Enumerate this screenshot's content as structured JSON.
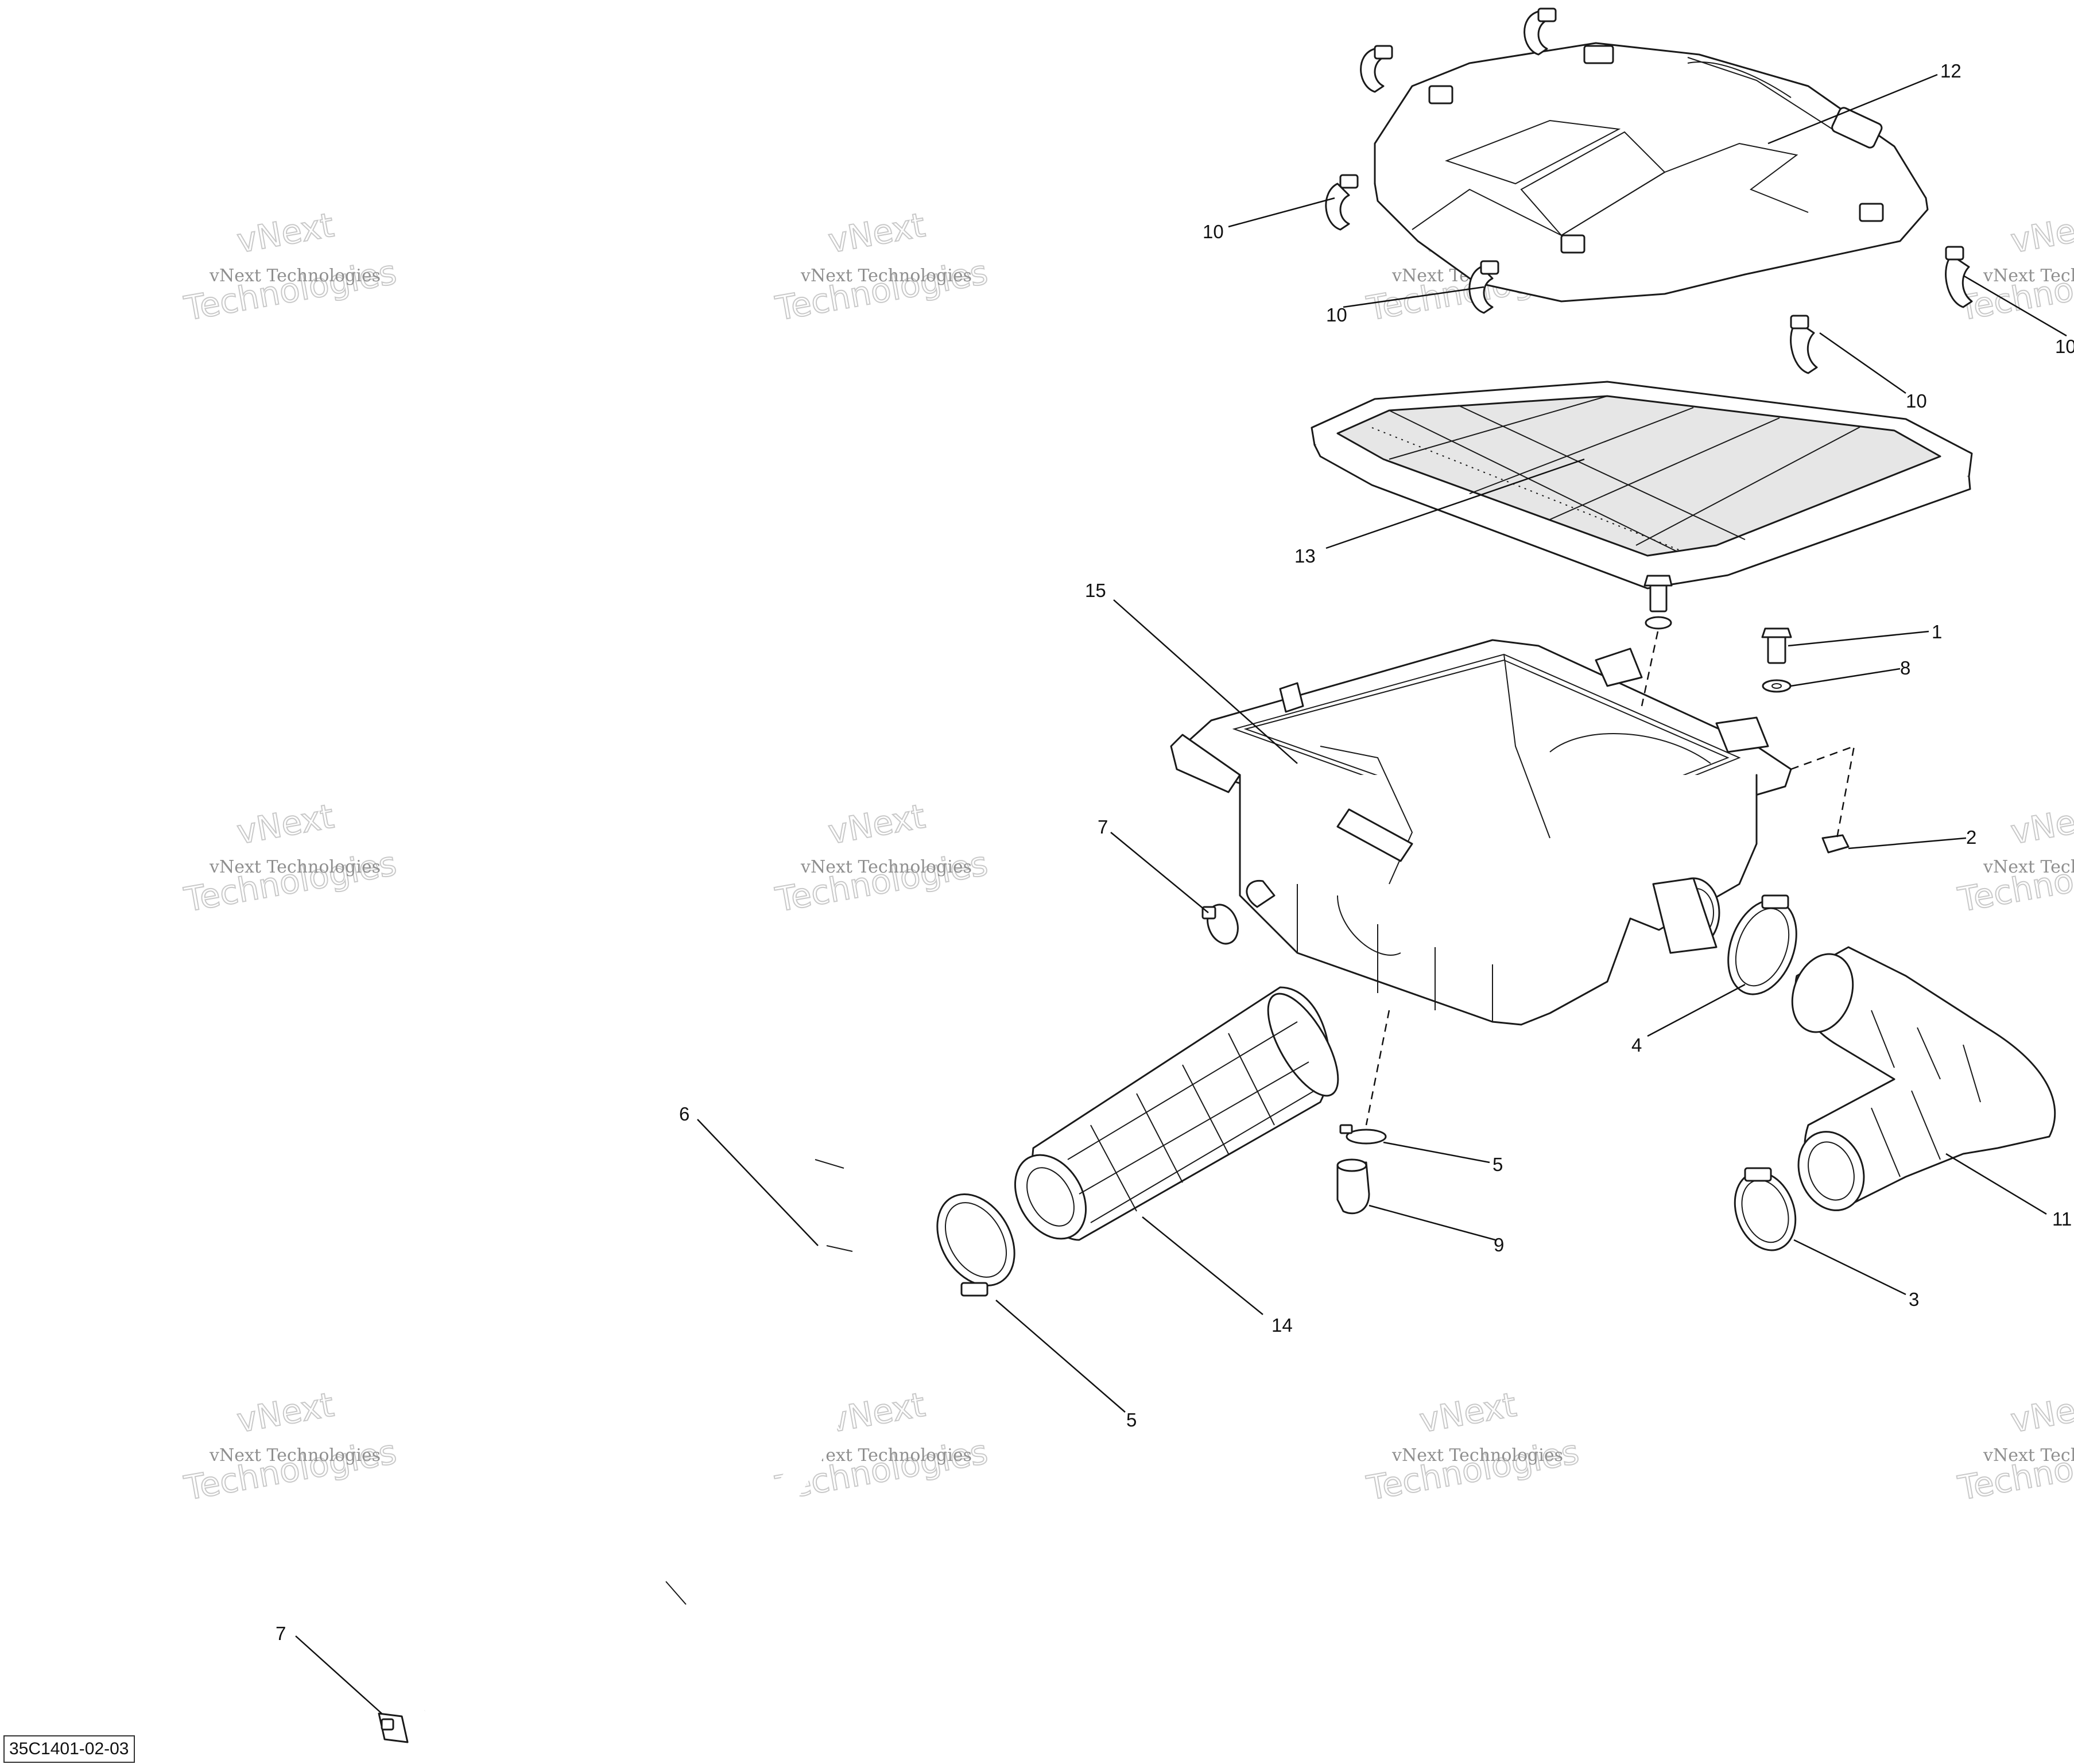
{
  "diagram": {
    "reference": "35C1401-02-03",
    "watermark": {
      "line1": "vNext Technologies",
      "line2": "vNext",
      "line3": "Technologies"
    },
    "callouts": [
      {
        "id": "c12",
        "label": "12"
      },
      {
        "id": "c10a",
        "label": "10"
      },
      {
        "id": "c10b",
        "label": "10"
      },
      {
        "id": "c10c",
        "label": "10"
      },
      {
        "id": "c10d",
        "label": "10"
      },
      {
        "id": "c13",
        "label": "13"
      },
      {
        "id": "c15",
        "label": "15"
      },
      {
        "id": "c1",
        "label": "1"
      },
      {
        "id": "c8",
        "label": "8"
      },
      {
        "id": "c2",
        "label": "2"
      },
      {
        "id": "c7a",
        "label": "7"
      },
      {
        "id": "c4",
        "label": "4"
      },
      {
        "id": "c6",
        "label": "6"
      },
      {
        "id": "c5a",
        "label": "5"
      },
      {
        "id": "c9",
        "label": "9"
      },
      {
        "id": "c11",
        "label": "11"
      },
      {
        "id": "c3",
        "label": "3"
      },
      {
        "id": "c14",
        "label": "14"
      },
      {
        "id": "c5b",
        "label": "5"
      },
      {
        "id": "c7b",
        "label": "7"
      }
    ]
  }
}
